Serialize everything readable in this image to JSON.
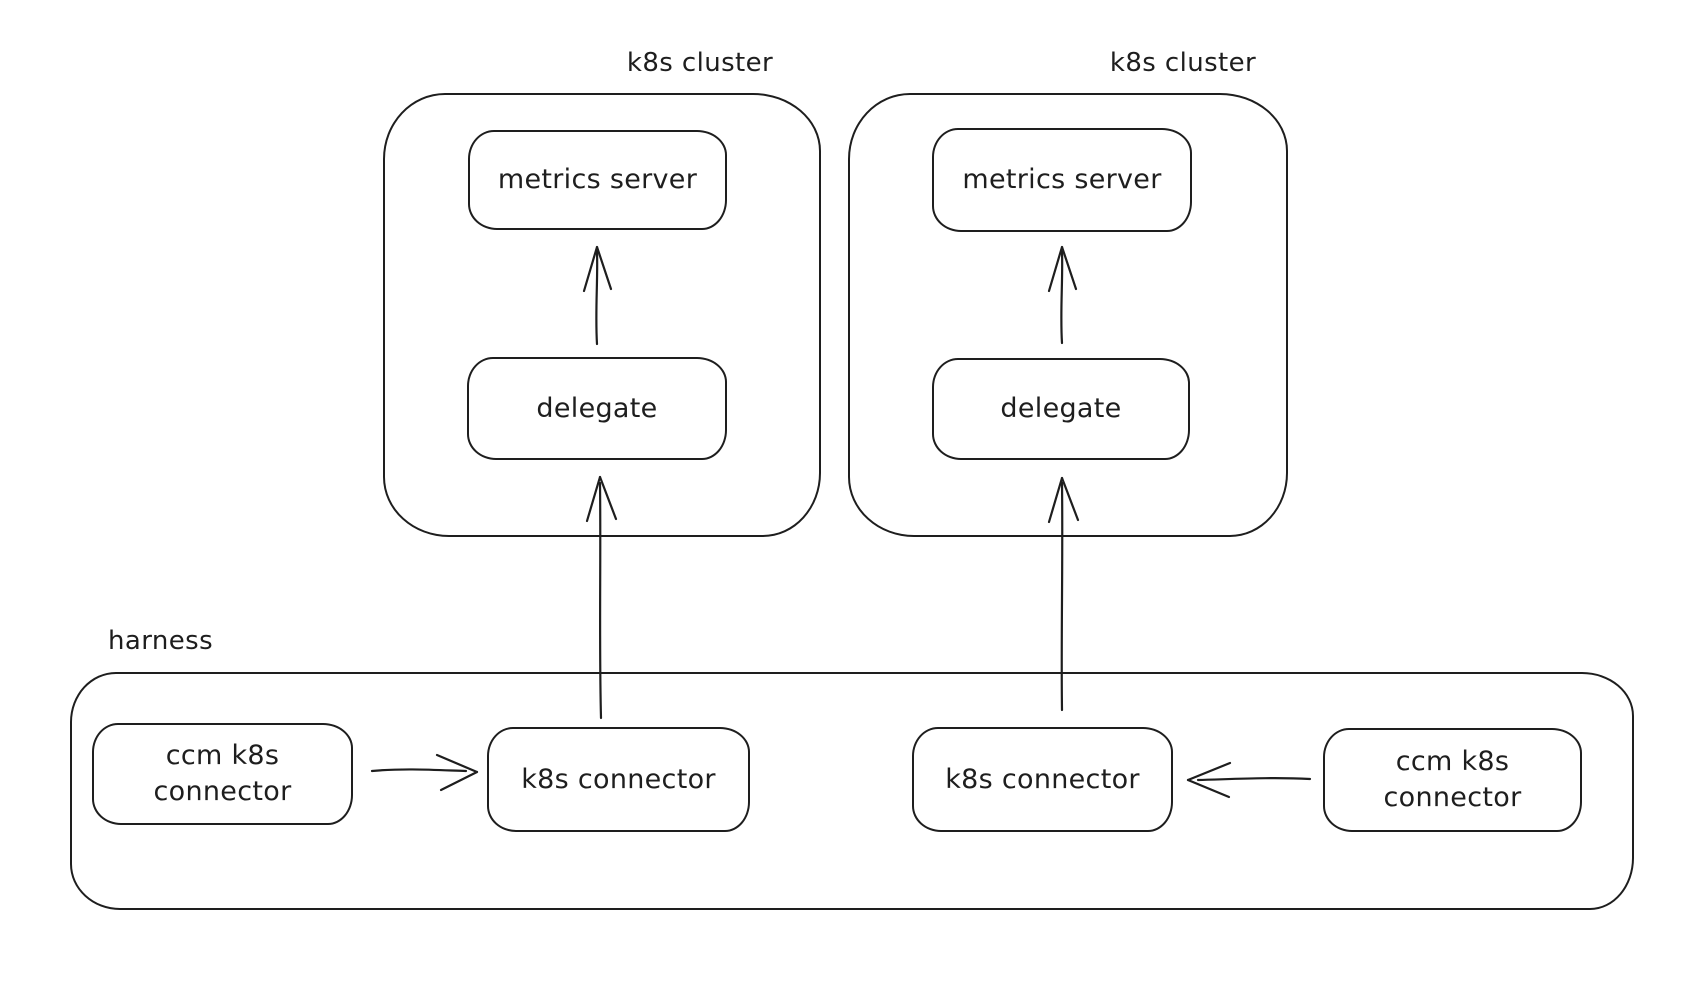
{
  "diagram": {
    "background_color": "#ffffff",
    "stroke_color": "#1e1e1e",
    "clusters": [
      {
        "label": "k8s cluster",
        "metrics_server": "metrics server",
        "delegate": "delegate"
      },
      {
        "label": "k8s cluster",
        "metrics_server": "metrics server",
        "delegate": "delegate"
      }
    ],
    "harness": {
      "label": "harness",
      "connectors": [
        "ccm k8s connector",
        "k8s connector",
        "k8s connector",
        "ccm k8s connector"
      ]
    },
    "edges": [
      {
        "from": "delegate",
        "to": "metrics server",
        "side": "left"
      },
      {
        "from": "delegate",
        "to": "metrics server",
        "side": "right"
      },
      {
        "from": "k8s connector",
        "to": "delegate",
        "side": "left"
      },
      {
        "from": "k8s connector",
        "to": "delegate",
        "side": "right"
      },
      {
        "from": "ccm k8s connector",
        "to": "k8s connector",
        "side": "left"
      },
      {
        "from": "ccm k8s connector",
        "to": "k8s connector",
        "side": "right"
      }
    ]
  }
}
